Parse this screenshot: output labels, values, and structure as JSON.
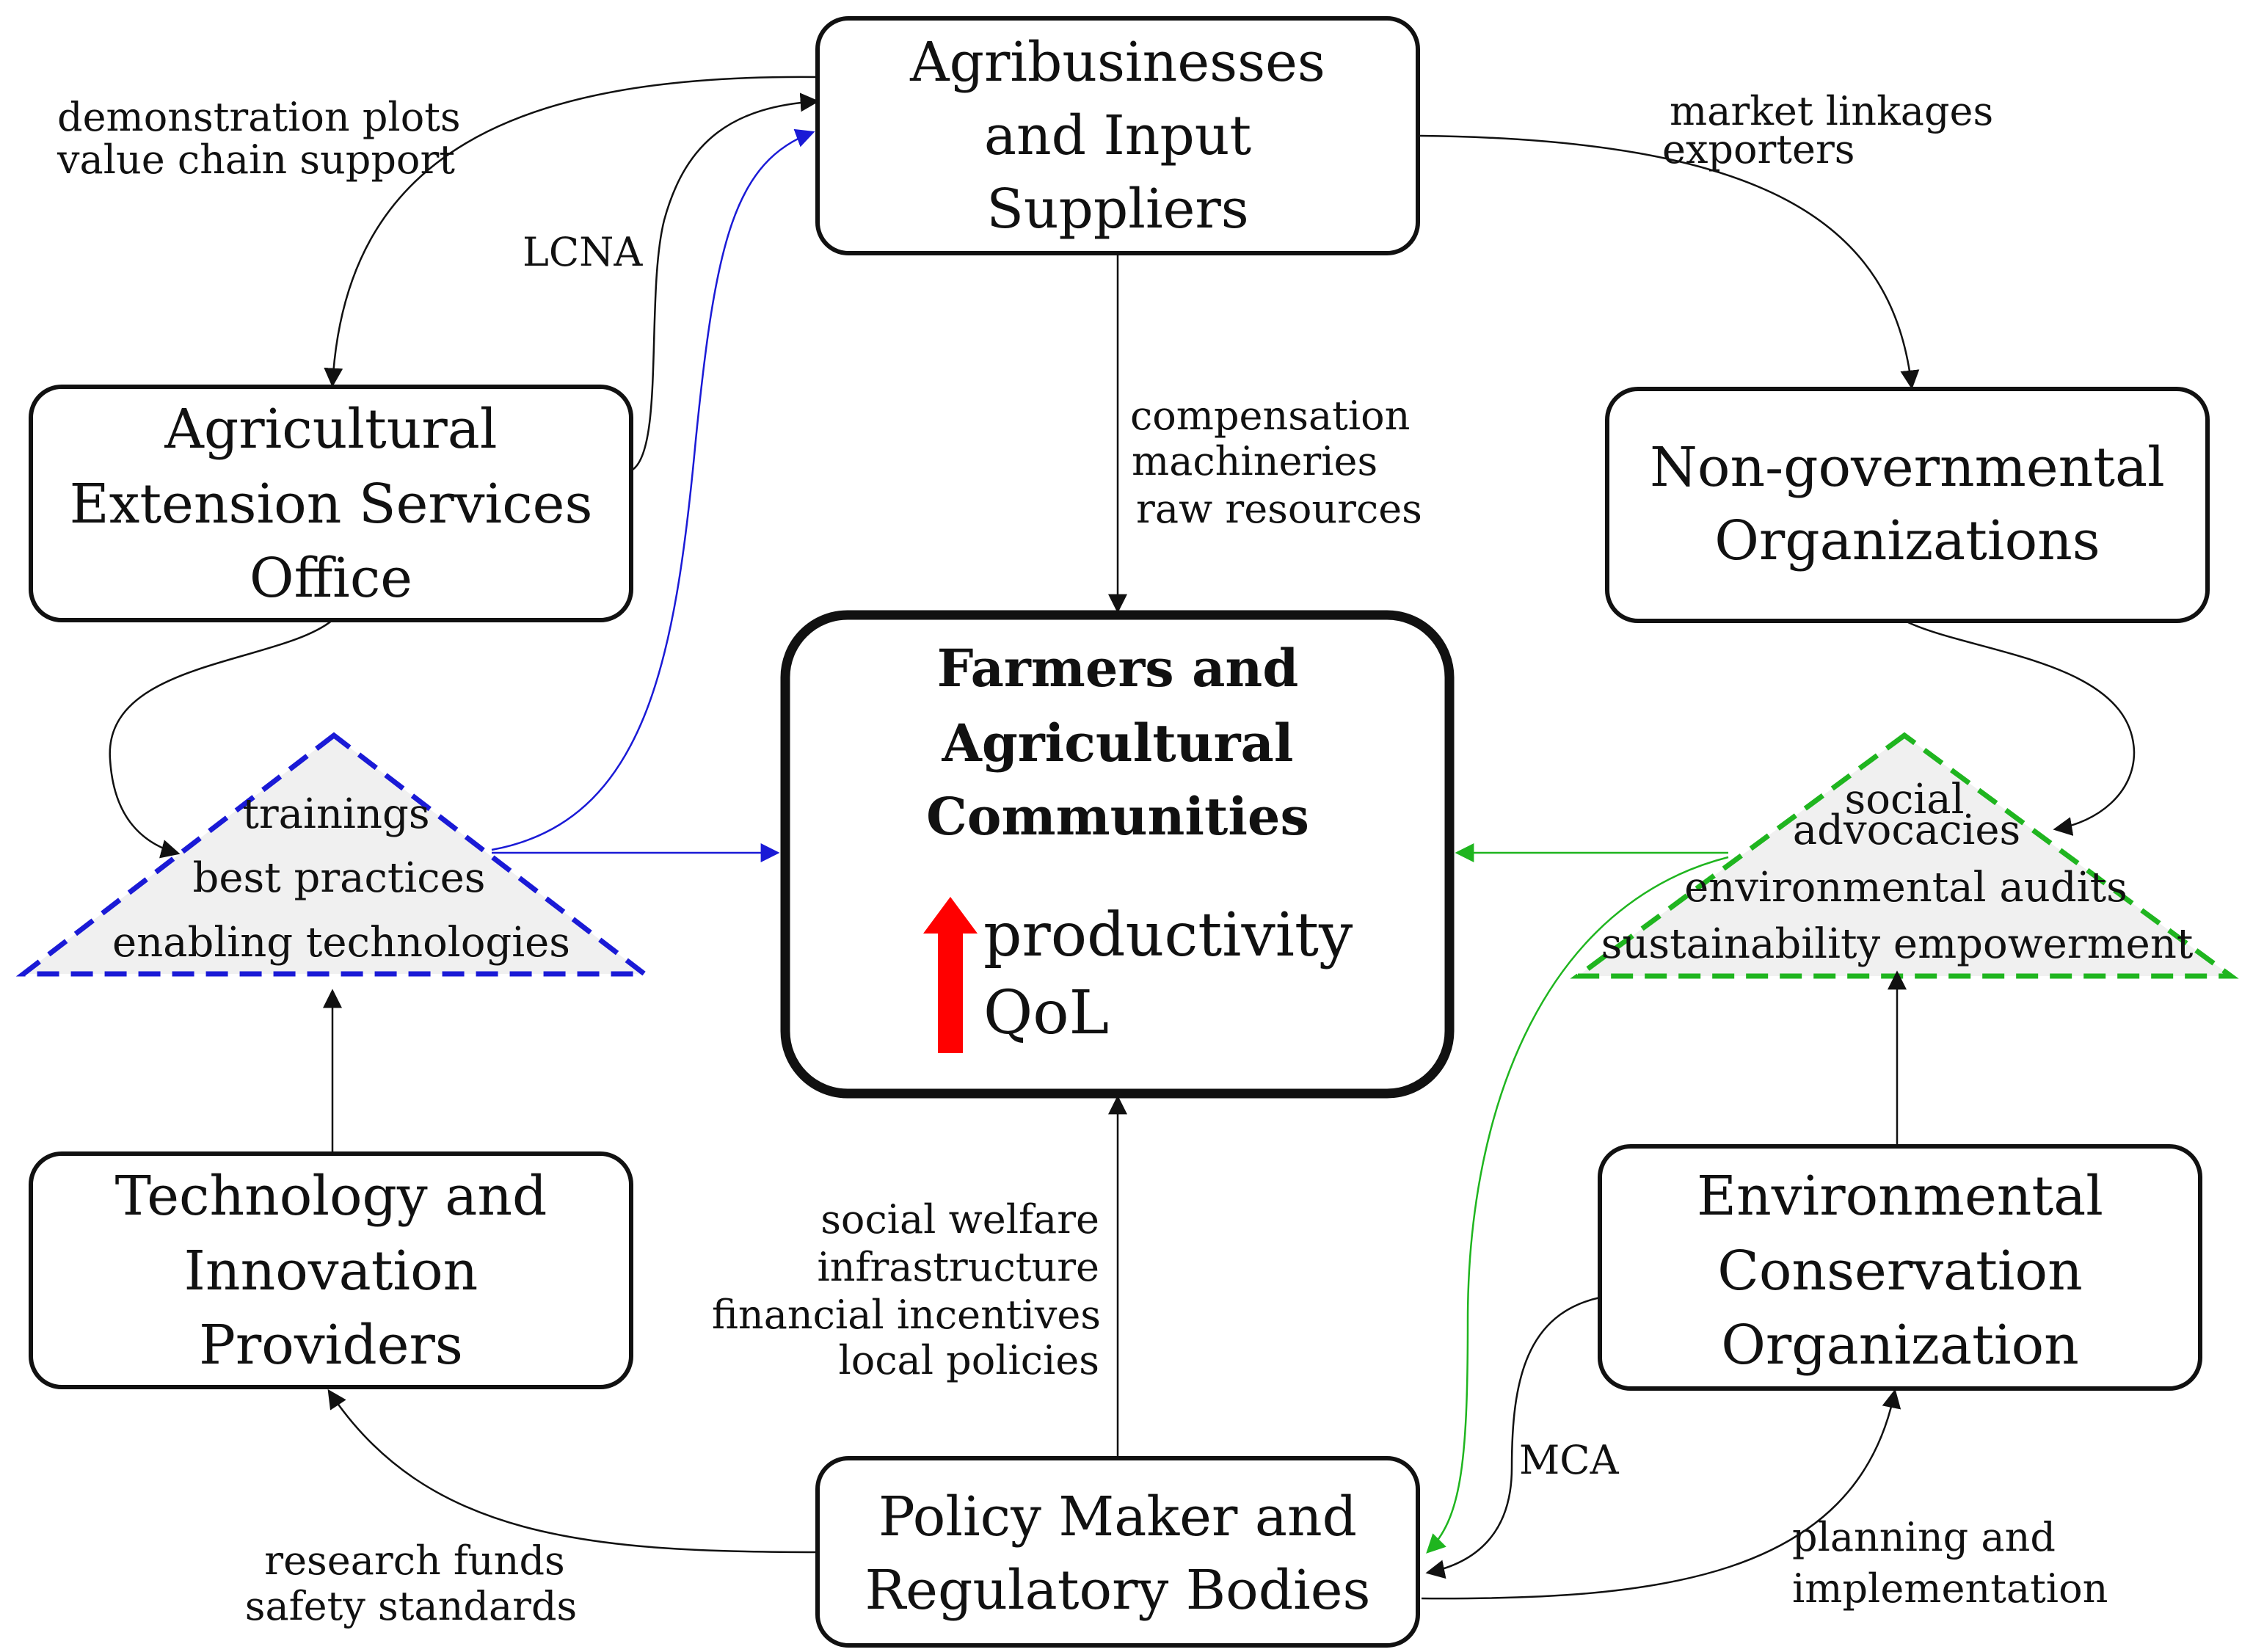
{
  "nodes": {
    "agribusiness": [
      "Agribusinesses",
      "and Input",
      "Suppliers"
    ],
    "extension": [
      "Agricultural",
      "Extension Services",
      "Office"
    ],
    "ngo": [
      "Non-governmental",
      "Organizations"
    ],
    "technology": [
      "Technology and",
      "Innovation",
      "Providers"
    ],
    "environmental": [
      "Environmental",
      "Conservation",
      "Organization"
    ],
    "policy": [
      "Policy Maker and",
      "Regulatory Bodies"
    ],
    "farmers": {
      "title": [
        "Farmers and",
        "Agricultural",
        "Communities"
      ],
      "items": [
        "productivity",
        "QoL"
      ]
    }
  },
  "triangles": {
    "blue": [
      "trainings",
      "best practices",
      "enabling technologies"
    ],
    "green": [
      "social",
      "advocacies",
      "environmental audits",
      "sustainability empowerment"
    ]
  },
  "edge_labels": {
    "agri_to_ext": [
      "demonstration plots",
      "value chain support"
    ],
    "lcna": "LCNA",
    "agri_to_ngo": [
      "market linkages",
      "exporters"
    ],
    "agri_to_farmers": [
      "compensation",
      "machineries",
      "raw resources"
    ],
    "policy_to_farmers": [
      "social welfare",
      "infrastructure",
      "financial incentives",
      "local policies"
    ],
    "policy_to_tech": [
      "research funds",
      "safety standards"
    ],
    "mca": "MCA",
    "policy_to_env": [
      "planning and",
      "implementation"
    ]
  },
  "colors": {
    "line": "#111111",
    "blue": "#1a1ad6",
    "green": "#1fb51f",
    "triangle_fill": "#f0f0f0",
    "up_arrow": "#ff0000"
  }
}
